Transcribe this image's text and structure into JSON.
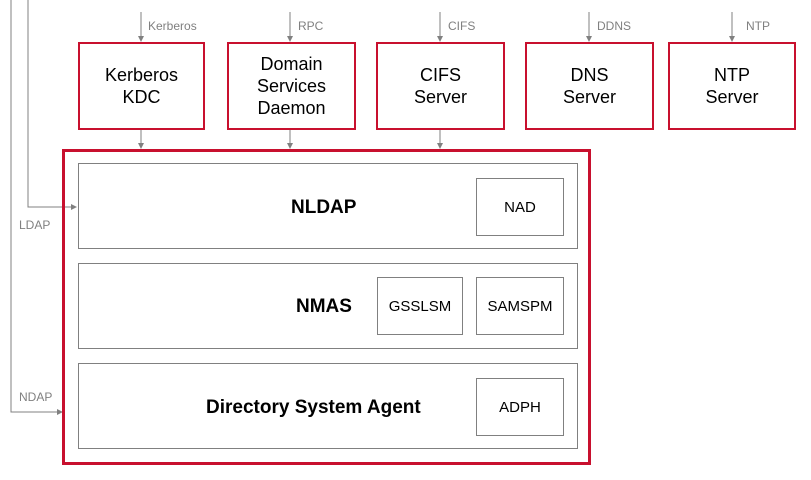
{
  "protocols": {
    "kerberos": "Kerberos",
    "rpc": "RPC",
    "cifs": "CIFS",
    "ddns": "DDNS",
    "ntp": "NTP",
    "ldap": "LDAP",
    "ndap": "NDAP"
  },
  "services": {
    "kerberos_kdc": [
      "Kerberos",
      "KDC"
    ],
    "domain_services_daemon": [
      "Domain",
      "Services",
      "Daemon"
    ],
    "cifs_server": [
      "CIFS",
      "Server"
    ],
    "dns_server": [
      "DNS",
      "Server"
    ],
    "ntp_server": [
      "NTP",
      "Server"
    ]
  },
  "layers": {
    "nldap": {
      "title": "NLDAP",
      "modules": [
        "NAD"
      ]
    },
    "nmas": {
      "title": "NMAS",
      "modules": [
        "GSSLSM",
        "SAMSPM"
      ]
    },
    "dsa": {
      "title": "Directory System Agent",
      "modules": [
        "ADPH"
      ]
    }
  },
  "colors": {
    "accent_red": "#c8102e",
    "line_gray": "#808080",
    "text": "#000000"
  }
}
